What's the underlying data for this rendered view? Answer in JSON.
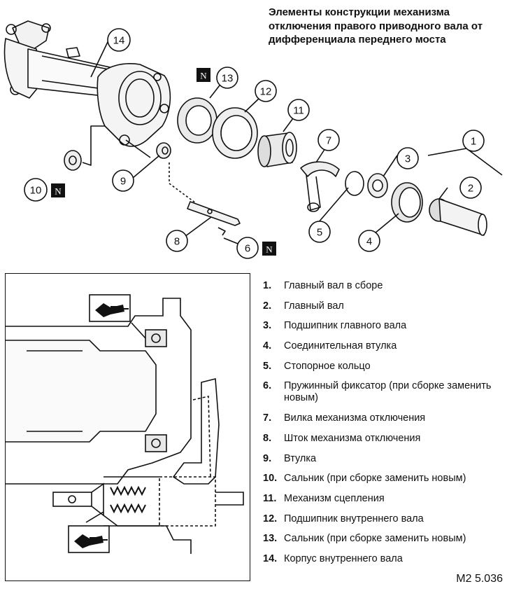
{
  "title": "Элементы конструкции механизма отключения правого приводного вала от дифференциала переднего моста",
  "callouts": [
    "1",
    "2",
    "3",
    "4",
    "5",
    "6",
    "7",
    "8",
    "9",
    "10",
    "11",
    "12",
    "13",
    "14"
  ],
  "new_part_mark": "N",
  "legend": [
    {
      "num": "1.",
      "text": "Главный вал в сборе"
    },
    {
      "num": "2.",
      "text": "Главный вал"
    },
    {
      "num": "3.",
      "text": "Подшипник главного вала"
    },
    {
      "num": "4.",
      "text": "Соединительная втулка"
    },
    {
      "num": "5.",
      "text": "Стопорное кольцо"
    },
    {
      "num": "6.",
      "text": "Пружинный фиксатор (при сборке заменить новым)"
    },
    {
      "num": "7.",
      "text": "Вилка механизма отключения"
    },
    {
      "num": "8.",
      "text": "Шток механизма отключения"
    },
    {
      "num": "9.",
      "text": "Втулка"
    },
    {
      "num": "10.",
      "text": "Сальник (при сборке заменить новым)"
    },
    {
      "num": "11.",
      "text": "Механизм сцепления"
    },
    {
      "num": "12.",
      "text": "Подшипник внутреннего вала"
    },
    {
      "num": "13.",
      "text": "Сальник (при сборке заменить новым)"
    },
    {
      "num": "14.",
      "text": "Корпус внутреннего вала"
    }
  ],
  "figure_code": "M2 5.036",
  "icons": [
    "grease-gun-icon",
    "grease-gun-icon"
  ]
}
